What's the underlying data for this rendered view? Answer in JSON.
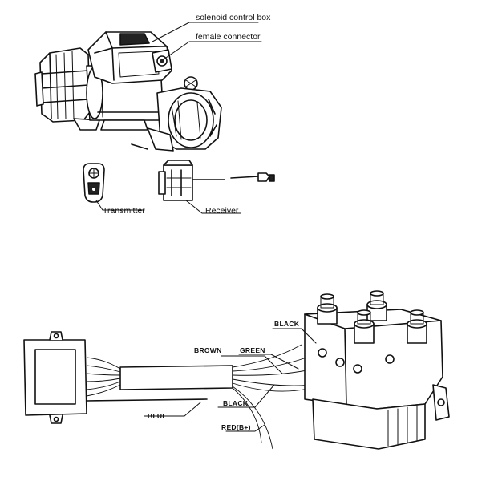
{
  "labels": {
    "solenoid_control_box": "solenoid control box",
    "female_connector": "female connector",
    "transmitter": "Transmitter",
    "receiver": "Receiver"
  },
  "wires": {
    "black_top": "BLACK",
    "brown": "BROWN",
    "green": "GREEN",
    "black_mid": "BLACK",
    "blue": "BLUE",
    "red": "RED(B+)"
  },
  "icons": {
    "winch": "winch-drawing",
    "transmitter": "remote-transmitter-drawing",
    "receiver": "receiver-drawing",
    "control_box": "control-box-drawing",
    "solenoid": "solenoid-drawing"
  }
}
